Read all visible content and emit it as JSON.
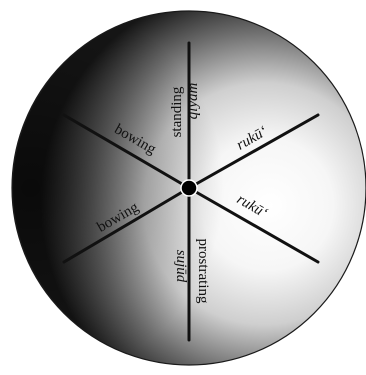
{
  "diagram": {
    "labels": {
      "upper_left_spoke": "bowing",
      "lower_left_spoke": "bowing",
      "top_spoke_left": "standing",
      "top_spoke_right": "qiyām",
      "bottom_spoke_right": "prostrating",
      "bottom_spoke_left": "sujūd",
      "upper_right_spoke": "rukū‘",
      "lower_right_spoke": "rukū‘"
    }
  }
}
